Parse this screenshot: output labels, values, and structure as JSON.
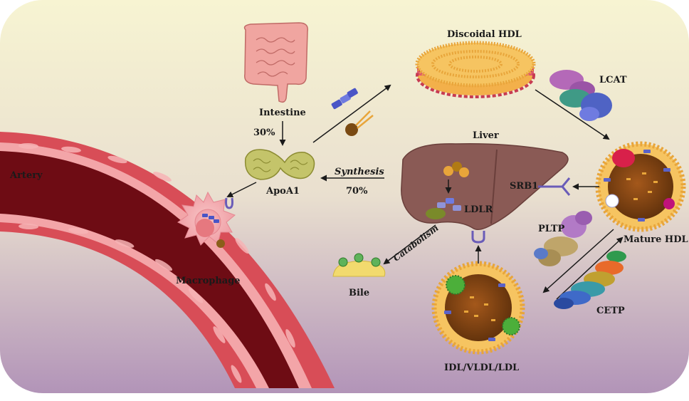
{
  "labels": {
    "artery": "Artery",
    "intestine": "Intestine",
    "pct_30": "30%",
    "apoa1": "ApoA1",
    "macrophage": "Macrophage",
    "discoidal_hdl": "Discoidal HDL",
    "lcat": "LCAT",
    "liver": "Liver",
    "synthesis": "Synthesis",
    "pct_70": "70%",
    "srb1": "SRB1",
    "ldlr": "LDLR",
    "catabolism": "Catabolism",
    "bile": "Bile",
    "mature_hdl": "Mature HDL",
    "pltp": "PLTP",
    "cetp": "CETP",
    "idl_vldl_ldl": "IDL/VLDL/LDL"
  },
  "colors": {
    "bg_top": "#f6f3cf",
    "bg_bottom": "#b497bb",
    "artery_wall": "#d9535c",
    "artery_lumen": "#6e0c14",
    "liver": "#8a5a55",
    "lipid_core": "#7a3f12",
    "phospholipid_head": "#e8a53a",
    "apoprotein": "#6b6fc2"
  }
}
